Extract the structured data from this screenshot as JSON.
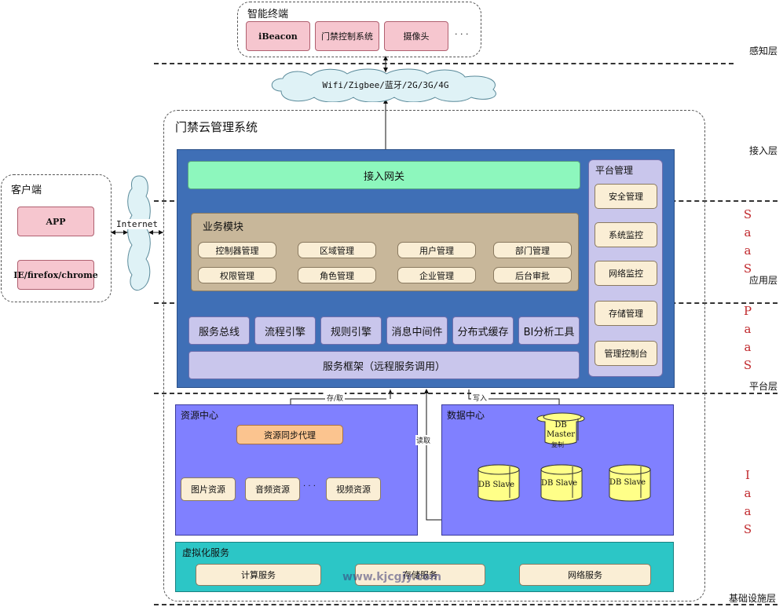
{
  "smart_terminal": {
    "title": "智能终端",
    "items": [
      "iBeacon",
      "门禁控制系统",
      "摄像头",
      "· · ·"
    ]
  },
  "network": {
    "cloud_label": "Wifi/Zigbee/蓝牙/2G/3G/4G",
    "internet_label": "Internet"
  },
  "layers": {
    "perception": "感知层",
    "access": "接入层",
    "application": "应用层",
    "platform": "平台层",
    "infrastructure": "基础设施层"
  },
  "tiers": {
    "saas": [
      "S",
      "a",
      "a",
      "S"
    ],
    "paas": [
      "P",
      "a",
      "a",
      "S"
    ],
    "iaas": [
      "I",
      "a",
      "a",
      "S"
    ]
  },
  "client": {
    "title": "客户端",
    "app": "APP",
    "browser": "IE/firefox/chrome"
  },
  "system": {
    "title": "门禁云管理系统"
  },
  "gateway": "接入网关",
  "business": {
    "title": "业务模块",
    "row1": [
      "控制器管理",
      "区域管理",
      "用户管理",
      "部门管理"
    ],
    "row2": [
      "权限管理",
      "角色管理",
      "企业管理",
      "后台审批"
    ]
  },
  "services": [
    "服务总线",
    "流程引擎",
    "规则引擎",
    "消息中间件",
    "分布式缓存",
    "BI分析工具"
  ],
  "framework": "服务框架（远程服务调用）",
  "platform_mgmt": {
    "title": "平台管理",
    "items": [
      "安全管理",
      "系统监控",
      "网络监控",
      "存储管理",
      "管理控制台"
    ]
  },
  "resource_center": {
    "title": "资源中心",
    "proxy": "资源同步代理",
    "items": [
      "图片资源",
      "音频资源",
      "· · ·",
      "视频资源"
    ]
  },
  "data_center": {
    "title": "数据中心",
    "master": "DB Master",
    "replicate": "复制",
    "slaves": [
      "DB Slave",
      "DB Slave",
      "DB Slave"
    ]
  },
  "edge_labels": {
    "store_fetch": "存/取",
    "write": "写入",
    "read": "读取"
  },
  "virtualization": {
    "title": "虚拟化服务",
    "items": [
      "计算服务",
      "存储服务",
      "网络服务"
    ]
  },
  "watermark": "www.kjcgjy.com"
}
